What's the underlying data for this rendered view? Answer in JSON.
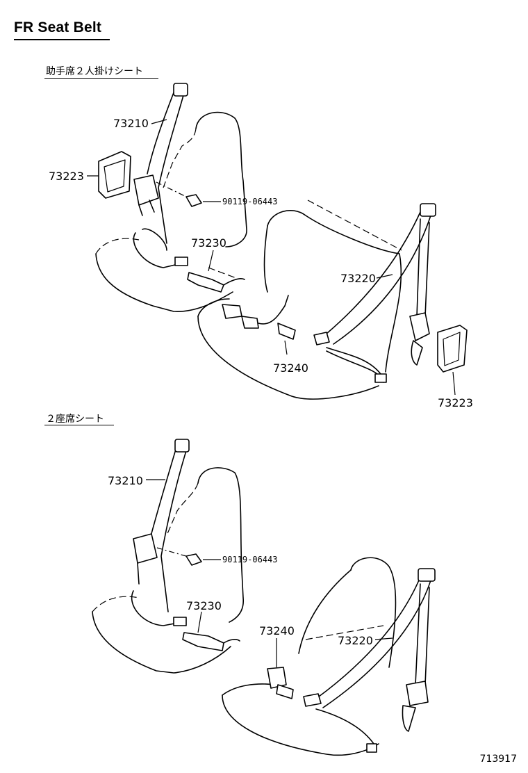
{
  "title": "FR Seat Belt",
  "sections": {
    "upper": "助手席２人掛けシート",
    "lower": "２座席シート"
  },
  "labels": {
    "upper": {
      "p73210": "73210",
      "p73223_left": "73223",
      "p90119": "90119-06443",
      "p73230": "73230",
      "p73220": "73220",
      "p73240": "73240",
      "p73223_right": "73223"
    },
    "lower": {
      "p73210": "73210",
      "p90119": "90119-06443",
      "p73230": "73230",
      "p73240": "73240",
      "p73220": "73220"
    }
  },
  "doc_id": "713917"
}
